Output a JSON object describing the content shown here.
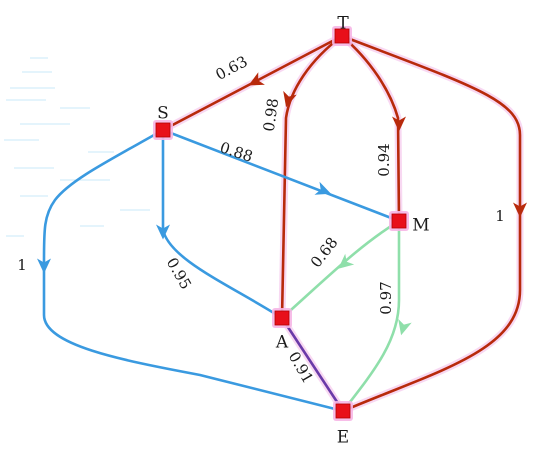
{
  "colors": {
    "red_edge": "#b82a0c",
    "blue_edge": "#3a9ae0",
    "green_edge": "#8fdfaa",
    "purple_edge": "#6a3aa8",
    "node_fill": "#e8101a",
    "halo": "#f3b8e8"
  },
  "nodes": [
    {
      "id": "T",
      "label": "T"
    },
    {
      "id": "S",
      "label": "S"
    },
    {
      "id": "M",
      "label": "M"
    },
    {
      "id": "A",
      "label": "A"
    },
    {
      "id": "E",
      "label": "E"
    }
  ],
  "edges": [
    {
      "from": "T",
      "to": "S",
      "weight": "0.63"
    },
    {
      "from": "T",
      "to": "A",
      "weight": "0.98"
    },
    {
      "from": "T",
      "to": "M",
      "weight": "0.94"
    },
    {
      "from": "T",
      "to": "E",
      "weight": "1"
    },
    {
      "from": "S",
      "to": "M",
      "weight": "0.88"
    },
    {
      "from": "S",
      "to": "A",
      "weight": "0.95"
    },
    {
      "from": "S",
      "to": "E",
      "weight": "1"
    },
    {
      "from": "M",
      "to": "A",
      "weight": "0.68"
    },
    {
      "from": "M",
      "to": "E",
      "weight": "0.97"
    },
    {
      "from": "A",
      "to": "E",
      "weight": "0.91"
    }
  ]
}
